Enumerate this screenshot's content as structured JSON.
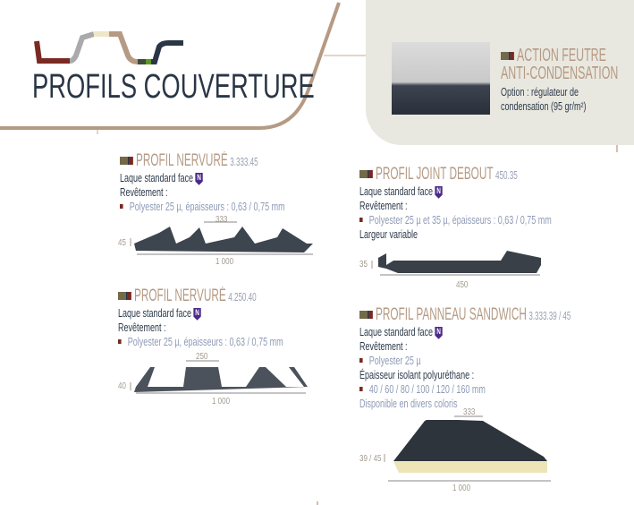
{
  "header": {
    "title": "PROFILS COUVERTURE"
  },
  "colors": {
    "accent": "#b59a84",
    "text": "#2c3a4a",
    "panel": "#e9e8e0",
    "badge": "#4b2a8a"
  },
  "option": {
    "title_line1": "ACTION FEUTRE",
    "title_line2": "ANTI-CONDENSATION",
    "desc_line1": "Option : régulateur de",
    "desc_line2": "condensation (95 gr/m²)"
  },
  "badge_letter": "N",
  "products": [
    {
      "name": "PROFIL NERVURÉ",
      "ref": "3.333.45",
      "laque": "Laque standard face",
      "revetement": "Revêtement :",
      "bullet": "Polyester 25 µ, épaisseurs : 0,63 / 0,75 mm",
      "dim_top": "333",
      "dim_height": "45",
      "dim_width": "1 000"
    },
    {
      "name": "PROFIL NERVURÉ",
      "ref": "4.250.40",
      "laque": "Laque standard face",
      "revetement": "Revêtement :",
      "bullet": "Polyester 25 µ, épaisseurs : 0,63 / 0,75 mm",
      "dim_top": "250",
      "dim_height": "40",
      "dim_width": "1 000"
    },
    {
      "name": "PROFIL JOINT DEBOUT",
      "ref": "450.35",
      "laque": "Laque standard face",
      "revetement": "Revêtement :",
      "bullet": "Polyester 25 µ et 35 µ, épaisseurs : 0,63 / 0,75 mm",
      "extra": "Largeur variable",
      "dim_height": "35",
      "dim_width": "450"
    },
    {
      "name": "PROFIL PANNEAU SANDWICH",
      "ref": "3.333.39 / 45",
      "laque": "Laque standard face",
      "revetement": "Revêtement :",
      "bullet": "Polyester 25 µ",
      "extra": "Épaisseur isolant polyuréthane :",
      "bullet2": "40 / 60 / 80 / 100 / 120 / 160 mm",
      "note": "Disponible en divers coloris",
      "dim_top": "333",
      "dim_height": "39 / 45",
      "dim_width": "1 000"
    }
  ]
}
